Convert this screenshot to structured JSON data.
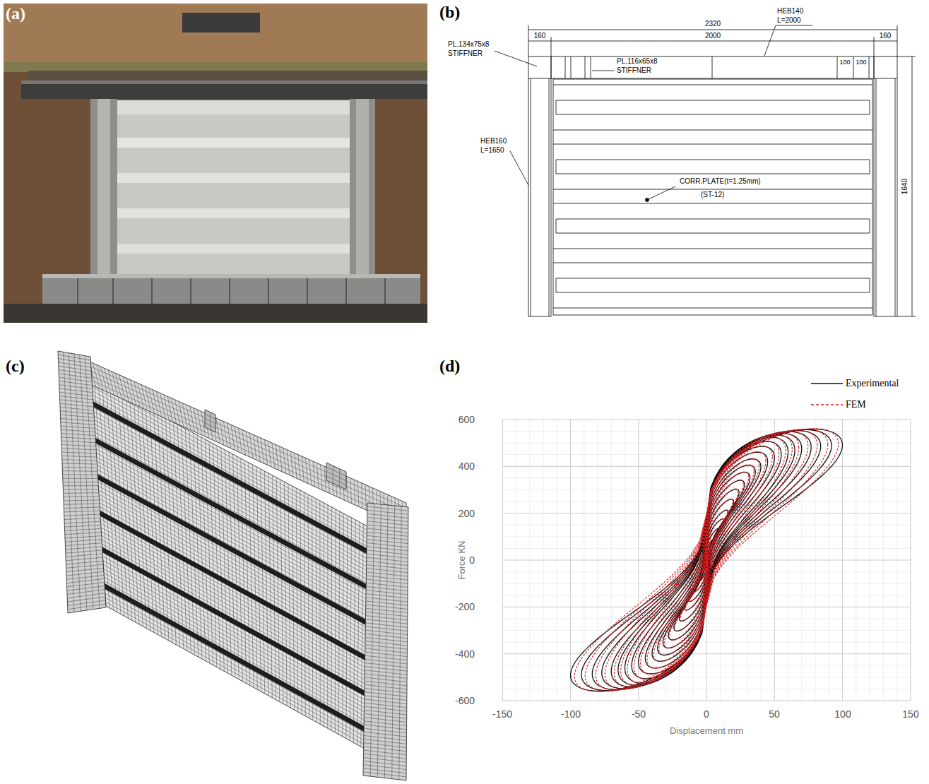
{
  "diagram": {
    "labels": [
      "(a)",
      "(b)",
      "(c)",
      "(d)",
      "2320",
      "160",
      "2000",
      "160",
      "HEB140",
      "L=2000",
      "PL.134x75x8",
      "STIFFNER",
      "PL.116x65x8",
      "STIFFNER",
      "100",
      "100",
      "HEB160",
      "L=1650",
      "CORR.PLATE(t=1.25mm)",
      "(ST-12)",
      "1640",
      "600",
      "400",
      "200",
      "0",
      "-200",
      "-400",
      "-600",
      "-150",
      "-100",
      "-50",
      "0",
      "50",
      "100",
      "150",
      "Force KN",
      "Displacement mm"
    ],
    "legend": [
      {
        "text": "Experimental"
      },
      {
        "text": "FEM"
      }
    ]
  }
}
